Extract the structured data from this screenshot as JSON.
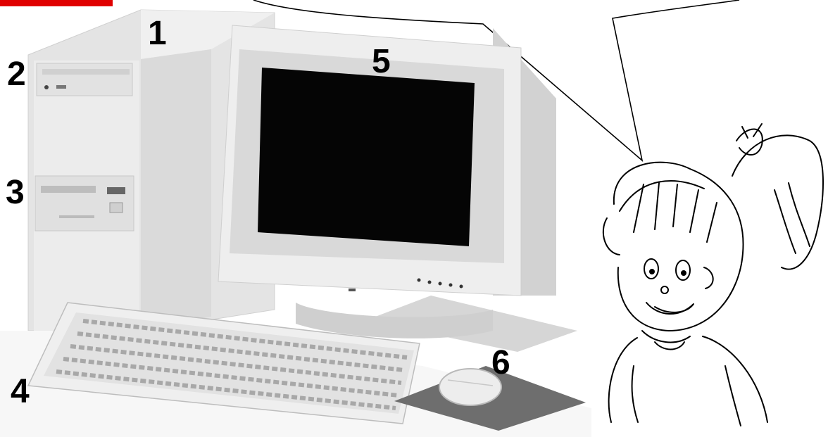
{
  "labels": {
    "system_unit": "1",
    "disk_drive": "2",
    "floppy_drive": "3",
    "keyboard": "4",
    "monitor": "5",
    "mouse": "6"
  },
  "colors": {
    "accent_bar": "#e00000",
    "screen": "#050505",
    "case": "#ebebeb",
    "outline": "#000000"
  }
}
